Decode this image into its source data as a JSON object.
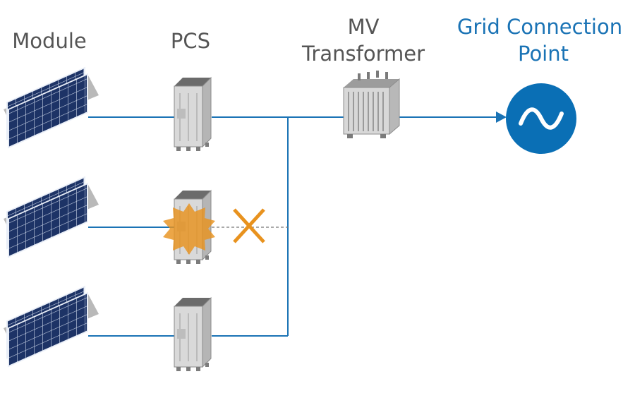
{
  "columns": {
    "module": "Module",
    "pcs": "PCS",
    "transformer_line1": "MV",
    "transformer_line2": "Transformer",
    "grid_line1": "Grid Connection",
    "grid_line2": "Point"
  },
  "colors": {
    "label_gray": "#555555",
    "label_blue": "#1a73b5",
    "line": "#1a73b5",
    "grid_circle": "#0a6fb5",
    "fault": "#e8921e",
    "panel": "#1b2f63"
  },
  "rows": [
    {
      "pcs_state": "normal"
    },
    {
      "pcs_state": "fault",
      "connection": "disconnected"
    },
    {
      "pcs_state": "normal"
    }
  ],
  "icons": [
    "solar-panel-icon",
    "pcs-cabinet-icon",
    "transformer-icon",
    "ac-sine-icon",
    "fault-burst-icon",
    "cross-mark-icon"
  ]
}
